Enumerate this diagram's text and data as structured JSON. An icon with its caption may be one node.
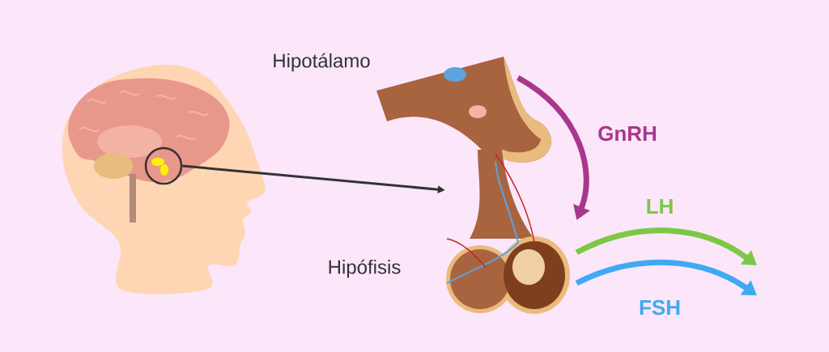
{
  "diagram": {
    "nodes": [
      {
        "text": [],
        "shape": "picture"
      },
      {
        "text": [],
        "shape": "circle",
        "in": 0
      },
      {
        "text": [
          "Hipotálamo"
        ]
      },
      {
        "text": [
          "Hipófisis"
        ]
      }
    ],
    "edges": [
      {
        "from": 1,
        "to": 3,
        "arrow": "to",
        "color": "#333333"
      },
      {
        "from": 2,
        "to": 3,
        "arrow": "to",
        "label": "GnRH",
        "color": "#a8378c"
      },
      {
        "from": 3,
        "to": null,
        "arrow": "to",
        "label": "LH",
        "color": "#7cc846"
      },
      {
        "from": 3,
        "to": null,
        "arrow": "to",
        "label": "FSH",
        "color": "#3fa9f2"
      }
    ]
  }
}
